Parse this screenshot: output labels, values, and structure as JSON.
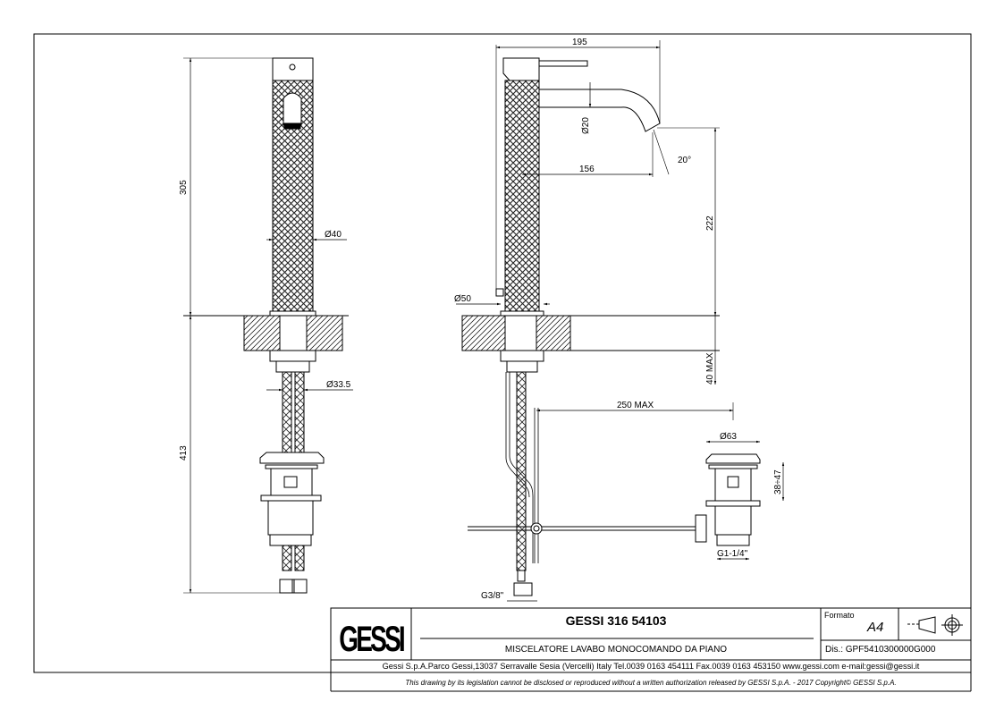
{
  "title_block": {
    "logo_text": "GESSI",
    "product_code": "GESSI 316 54103",
    "description": "MISCELATORE LAVABO MONOCOMANDO DA PIANO",
    "format_label": "Formato",
    "format_value": "A4",
    "drawing_number": "Dis.: GPF5410300000G000",
    "address": "Gessi S.p.A.Parco Gessi,13037 Serravalle Sesia (Vercelli) Italy Tel.0039 0163 454111 Fax.0039 0163 453150 www.gessi.com e-mail:gessi@gessi.it",
    "copyright": "This drawing by its legislation cannot be disclosed or reproduced without a written authorization released by GESSI S.p.A. - 2017 Copyright© GESSI S.p.A."
  },
  "dimensions": {
    "front_height_upper": "305",
    "front_height_lower": "413",
    "front_body_diameter": "Ø40",
    "front_hose_diameter": "Ø33.5",
    "side_width": "195",
    "spout_diameter": "Ø20",
    "spout_reach": "156",
    "spout_angle": "20°",
    "spout_height": "222",
    "deck_thickness": "40 MAX",
    "base_diameter": "Ø50",
    "rod_length": "250 MAX",
    "drain_diameter": "Ø63",
    "drain_height": "38÷47",
    "drain_thread": "G1-1/4\"",
    "hose_thread": "G3/8\""
  }
}
